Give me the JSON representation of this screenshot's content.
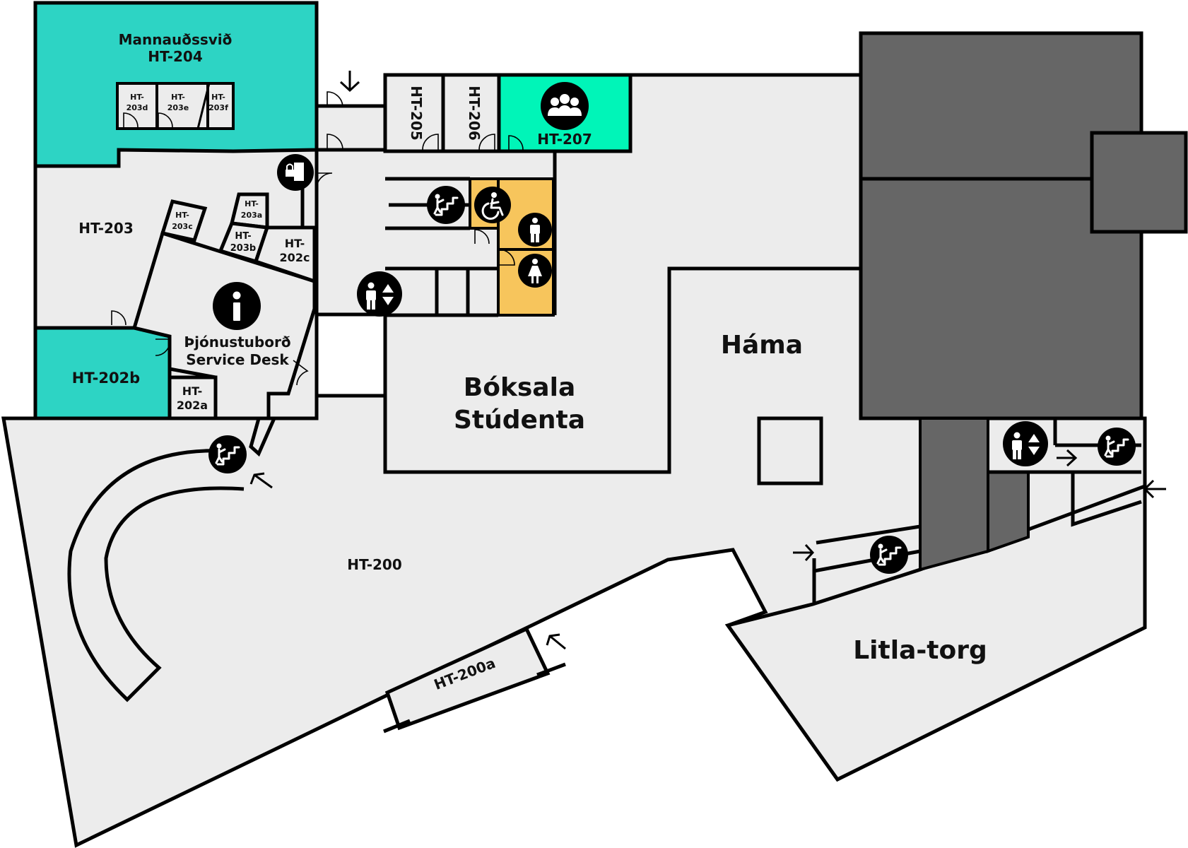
{
  "colors": {
    "floor": "#ececec",
    "teal": "#2dd4c4",
    "mint": "#00f5b8",
    "amber": "#f7c55c",
    "dark": "#666666",
    "wall": "#000000"
  },
  "rooms": {
    "ht204_name": "Mannauðssvið",
    "ht204": "HT-204",
    "ht203d": "HT-203d",
    "ht203e": "HT-203e",
    "ht203f": "HT-203f",
    "ht205": "HT-205",
    "ht206": "HT-206",
    "ht207": "HT-207",
    "ht203": "HT-203",
    "ht203c": "HT-203c",
    "ht203a": "HT-203a",
    "ht203b": "HT-203b",
    "ht202c": "HT-202c",
    "service_desk_is": "Þjónustuborð",
    "service_desk_en": "Service Desk",
    "ht202b": "HT-202b",
    "ht202a": "HT-202a",
    "ht200": "HT-200",
    "ht200a": "HT-200a",
    "boksala_line1": "Bóksala",
    "boksala_line2": "Stúdenta",
    "hama": "Háma",
    "litla_torg": "Litla-torg"
  },
  "icons": [
    "group-meeting-icon",
    "locker-icon",
    "stairs-icon",
    "accessible-toilet-icon",
    "male-toilet-icon",
    "female-toilet-icon",
    "elevator-icon",
    "information-icon",
    "entrance-arrow-icon"
  ]
}
